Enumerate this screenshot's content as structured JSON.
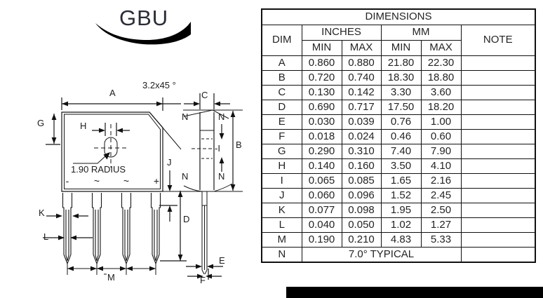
{
  "page_title": "GBU",
  "drawing": {
    "chamfer_note": "3.2x45 °",
    "radius_note": "1.90 RADIUS",
    "polarity": [
      "-",
      "~",
      "~",
      "+"
    ],
    "labels": {
      "a": "A",
      "b": "B",
      "c": "C",
      "d": "D",
      "e": "E",
      "f": "F",
      "g": "G",
      "h": "H",
      "i": "-I",
      "j": "J",
      "k": "K",
      "l": "L",
      "m": "M",
      "n": "N"
    }
  },
  "table": {
    "title": "DIMENSIONS",
    "headers": {
      "dim": "DIM",
      "inches": "INCHES",
      "mm": "MM",
      "note": "NOTE",
      "min": "MIN",
      "max": "MAX"
    },
    "rows": [
      {
        "dim": "A",
        "in_min": "0.860",
        "in_max": "0.880",
        "mm_min": "21.80",
        "mm_max": "22.30",
        "note": ""
      },
      {
        "dim": "B",
        "in_min": "0.720",
        "in_max": "0.740",
        "mm_min": "18.30",
        "mm_max": "18.80",
        "note": ""
      },
      {
        "dim": "C",
        "in_min": "0.130",
        "in_max": "0.142",
        "mm_min": "3.30",
        "mm_max": "3.60",
        "note": ""
      },
      {
        "dim": "D",
        "in_min": "0.690",
        "in_max": "0.717",
        "mm_min": "17.50",
        "mm_max": "18.20",
        "note": ""
      },
      {
        "dim": "E",
        "in_min": "0.030",
        "in_max": "0.039",
        "mm_min": "0.76",
        "mm_max": "1.00",
        "note": ""
      },
      {
        "dim": "F",
        "in_min": "0.018",
        "in_max": "0.024",
        "mm_min": "0.46",
        "mm_max": "0.60",
        "note": ""
      },
      {
        "dim": "G",
        "in_min": "0.290",
        "in_max": "0.310",
        "mm_min": "7.40",
        "mm_max": "7.90",
        "note": ""
      },
      {
        "dim": "H",
        "in_min": "0.140",
        "in_max": "0.160",
        "mm_min": "3.50",
        "mm_max": "4.10",
        "note": ""
      },
      {
        "dim": "I",
        "in_min": "0.065",
        "in_max": "0.085",
        "mm_min": "1.65",
        "mm_max": "2.16",
        "note": ""
      },
      {
        "dim": "J",
        "in_min": "0.060",
        "in_max": "0.096",
        "mm_min": "1.52",
        "mm_max": "2.45",
        "note": ""
      },
      {
        "dim": "K",
        "in_min": "0.077",
        "in_max": "0.098",
        "mm_min": "1.95",
        "mm_max": "2.50",
        "note": ""
      },
      {
        "dim": "L",
        "in_min": "0.040",
        "in_max": "0.050",
        "mm_min": "1.02",
        "mm_max": "1.27",
        "note": ""
      },
      {
        "dim": "M",
        "in_min": "0.190",
        "in_max": "0.210",
        "mm_min": "4.83",
        "mm_max": "5.33",
        "note": ""
      },
      {
        "dim": "N",
        "span": "7.0° TYPICAL",
        "note": ""
      }
    ]
  }
}
